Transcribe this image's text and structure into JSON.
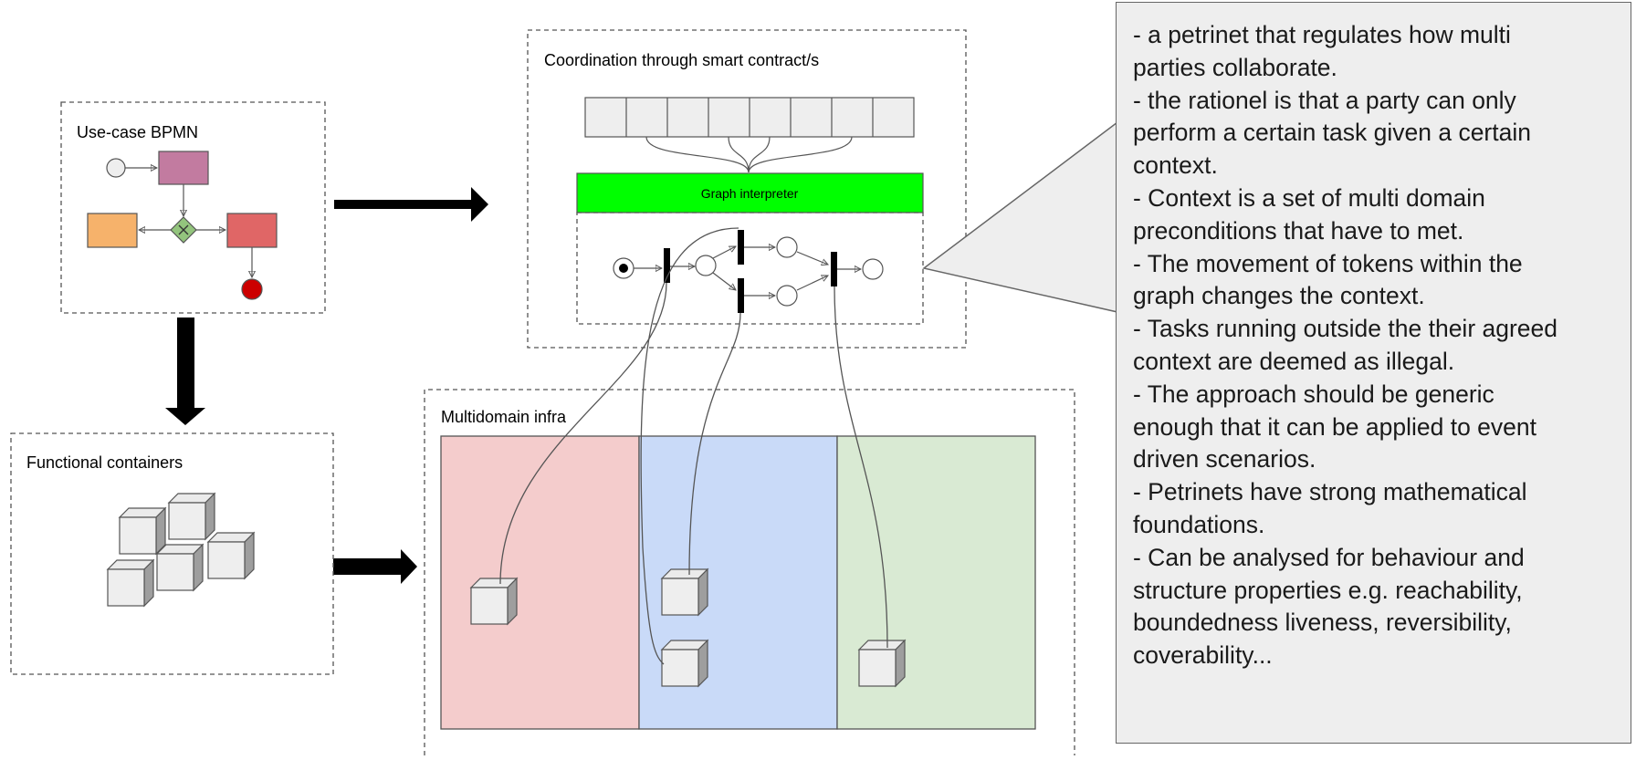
{
  "panels": {
    "bpmn_title": "Use-case BPMN",
    "coordination_title": "Coordination through smart contract/s",
    "graph_interpreter_label": "Graph interpreter",
    "functional_title": "Functional containers",
    "multidomain_title": "Multidomain infra"
  },
  "colors": {
    "graph_interpreter": "#00ff00",
    "domain_1": "#f4cccc",
    "domain_2": "#c9daf8",
    "domain_3": "#d9ead3",
    "bpmn_task_top": "#c27ba0",
    "bpmn_task_left": "#f6b26b",
    "bpmn_task_right": "#e06666",
    "bpmn_gateway": "#93c47d",
    "bpmn_end": "#cc0000",
    "callout_bg": "#eeeeee"
  },
  "icons": [
    "arrow-right-icon",
    "arrow-down-icon",
    "cube-icon",
    "petri-place-icon",
    "petri-transition-icon"
  ],
  "callout": {
    "lines": [
      "- a petrinet that regulates how multi",
      "parties collaborate.",
      "- the rationel is that a party can only",
      "perform a certain task given a certain",
      "context.",
      "- Context is a set of multi domain",
      "preconditions that have to met.",
      "- The movement of tokens within the",
      "graph changes the context.",
      "- Tasks running outside the their agreed",
      "context are deemed as illegal.",
      "- The approach should be generic",
      "enough that it can be applied to event",
      "driven scenarios.",
      "- Petrinets have strong mathematical",
      "foundations.",
      "- Can be analysed for behaviour and",
      "structure properties e.g. reachability,",
      "boundedness liveness, reversibility,",
      "coverability..."
    ]
  }
}
